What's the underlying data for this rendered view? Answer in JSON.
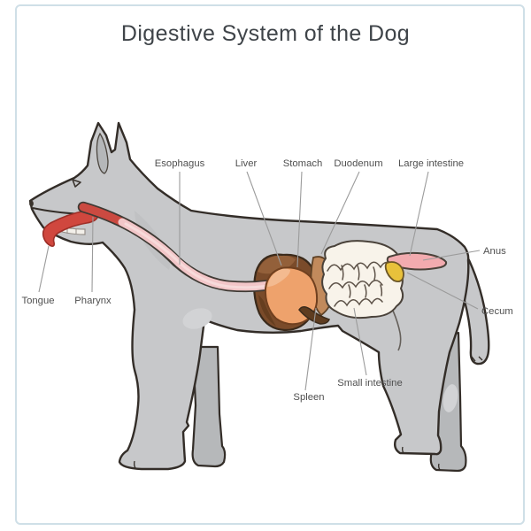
{
  "title": "Digestive System of the Dog",
  "labels": {
    "esophagus": "Esophagus",
    "liver": "Liver",
    "stomach": "Stomach",
    "duodenum": "Duodenum",
    "large_intestine": "Large intestine",
    "anus": "Anus",
    "cecum": "Cecum",
    "small_intestine": "Small intestine",
    "spleen": "Spleen",
    "pharynx": "Pharynx",
    "tongue": "Tongue"
  },
  "colors": {
    "background": "#ffffff",
    "frame_border": "#cfdfe7",
    "title_text": "#3f4449",
    "outline": "#332d28",
    "body": "#c7c8ca",
    "body_shadow": "#b6b8ba",
    "tongue": "#d0473e",
    "mouth_red": "#cb4a41",
    "esophagus": "#f2c6c8",
    "liver": "#7a4b2a",
    "stomach": "#eea26c",
    "duodenum": "#c18a5c",
    "spleen": "#5e3c20",
    "small_intestine": "#f8f3ea",
    "large_intestine": "#f2abaf",
    "cecum": "#e8c13b",
    "leader_line": "#9b9b9b",
    "label_text": "#4f4f4f"
  }
}
